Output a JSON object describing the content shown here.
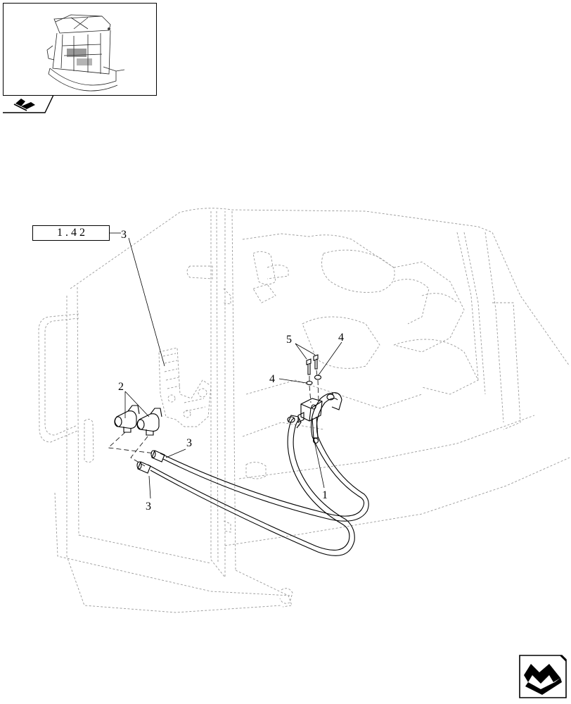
{
  "reference_box": {
    "text": "1 . 4 2",
    "callout": "3"
  },
  "callouts": {
    "c1": "1",
    "c2": "2",
    "c3a": "3",
    "c3b": "3",
    "c4a": "4",
    "c4b": "4",
    "c5": "5"
  },
  "icons": {
    "thumbnail": "machine-cab-thumbnail",
    "thumb_nav": "book-page-icon",
    "next_button": "next-page-arrow-icon"
  }
}
